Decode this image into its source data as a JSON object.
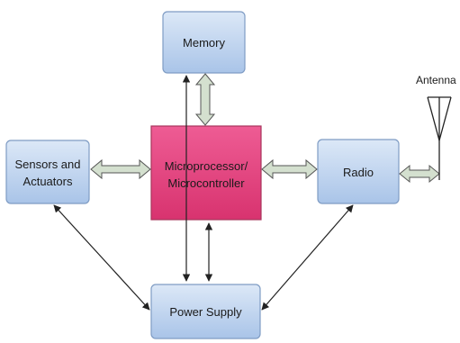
{
  "diagram": {
    "blocks": {
      "memory": "Memory",
      "microcontroller_line1": "Microprocessor/",
      "microcontroller_line2": "Microcontroller",
      "sensors_line1": "Sensors and",
      "sensors_line2": "Actuators",
      "radio": "Radio",
      "power_supply": "Power Supply"
    },
    "antenna_label": "Antenna"
  },
  "colors": {
    "block_fill": "#c6d9f1",
    "block_stroke": "#6f8fb8",
    "center_fill": "#e0407a",
    "center_stroke": "#a8355c",
    "connector_fill": "#d4e0cf",
    "connector_stroke": "#555555"
  }
}
